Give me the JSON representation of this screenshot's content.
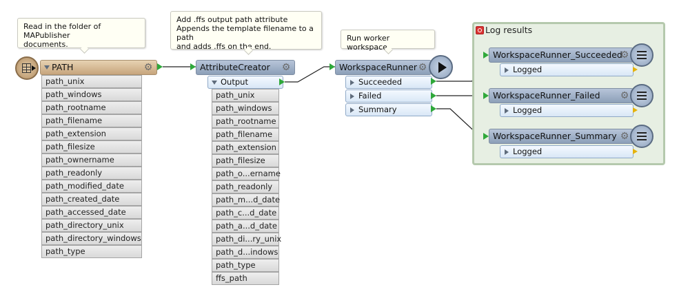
{
  "annotations": {
    "reader_note": "Read in the folder of MAPublisher\ndocuments.",
    "creator_note": "Add .ffs output path attribute\nAppends the template filename to a path\nand adds .ffs on the end.",
    "runner_note": "Run worker workspace."
  },
  "reader": {
    "name": "PATH",
    "attributes": [
      "path_unix",
      "path_windows",
      "path_rootname",
      "path_filename",
      "path_extension",
      "path_filesize",
      "path_ownername",
      "path_readonly",
      "path_modified_date",
      "path_created_date",
      "path_accessed_date",
      "path_directory_unix",
      "path_directory_windows",
      "path_type"
    ]
  },
  "attribute_creator": {
    "name": "AttributeCreator",
    "output_port": "Output",
    "attributes": [
      "path_unix",
      "path_windows",
      "path_rootname",
      "path_filename",
      "path_extension",
      "path_filesize",
      "path_o...ername",
      "path_readonly",
      "path_m...d_date",
      "path_c...d_date",
      "path_a...d_date",
      "path_di...ry_unix",
      "path_d...indows",
      "path_type",
      "ffs_path"
    ]
  },
  "workspace_runner": {
    "name": "WorkspaceRunner",
    "ports": [
      "Succeeded",
      "Failed",
      "Summary"
    ]
  },
  "bookmark": {
    "title": "Log results",
    "loggers": [
      {
        "name": "WorkspaceRunner_Succeeded",
        "port": "Logged"
      },
      {
        "name": "WorkspaceRunner_Failed",
        "port": "Logged"
      },
      {
        "name": "WorkspaceRunner_Summary",
        "port": "Logged"
      }
    ]
  },
  "colors": {
    "transformer_header": "#8c9fb8",
    "reader_header": "#c7a57c",
    "bookmark_fill": "#e7efe3",
    "bookmark_border": "#b5c9ad",
    "connection_port": "#2fa83a",
    "logged_port": "#e5b20b"
  },
  "icons": {
    "settings": "gear-icon",
    "reader": "table-reader-icon",
    "runner": "play-icon",
    "logger": "log-lines-icon",
    "bookmark": "bookmark-icon"
  }
}
